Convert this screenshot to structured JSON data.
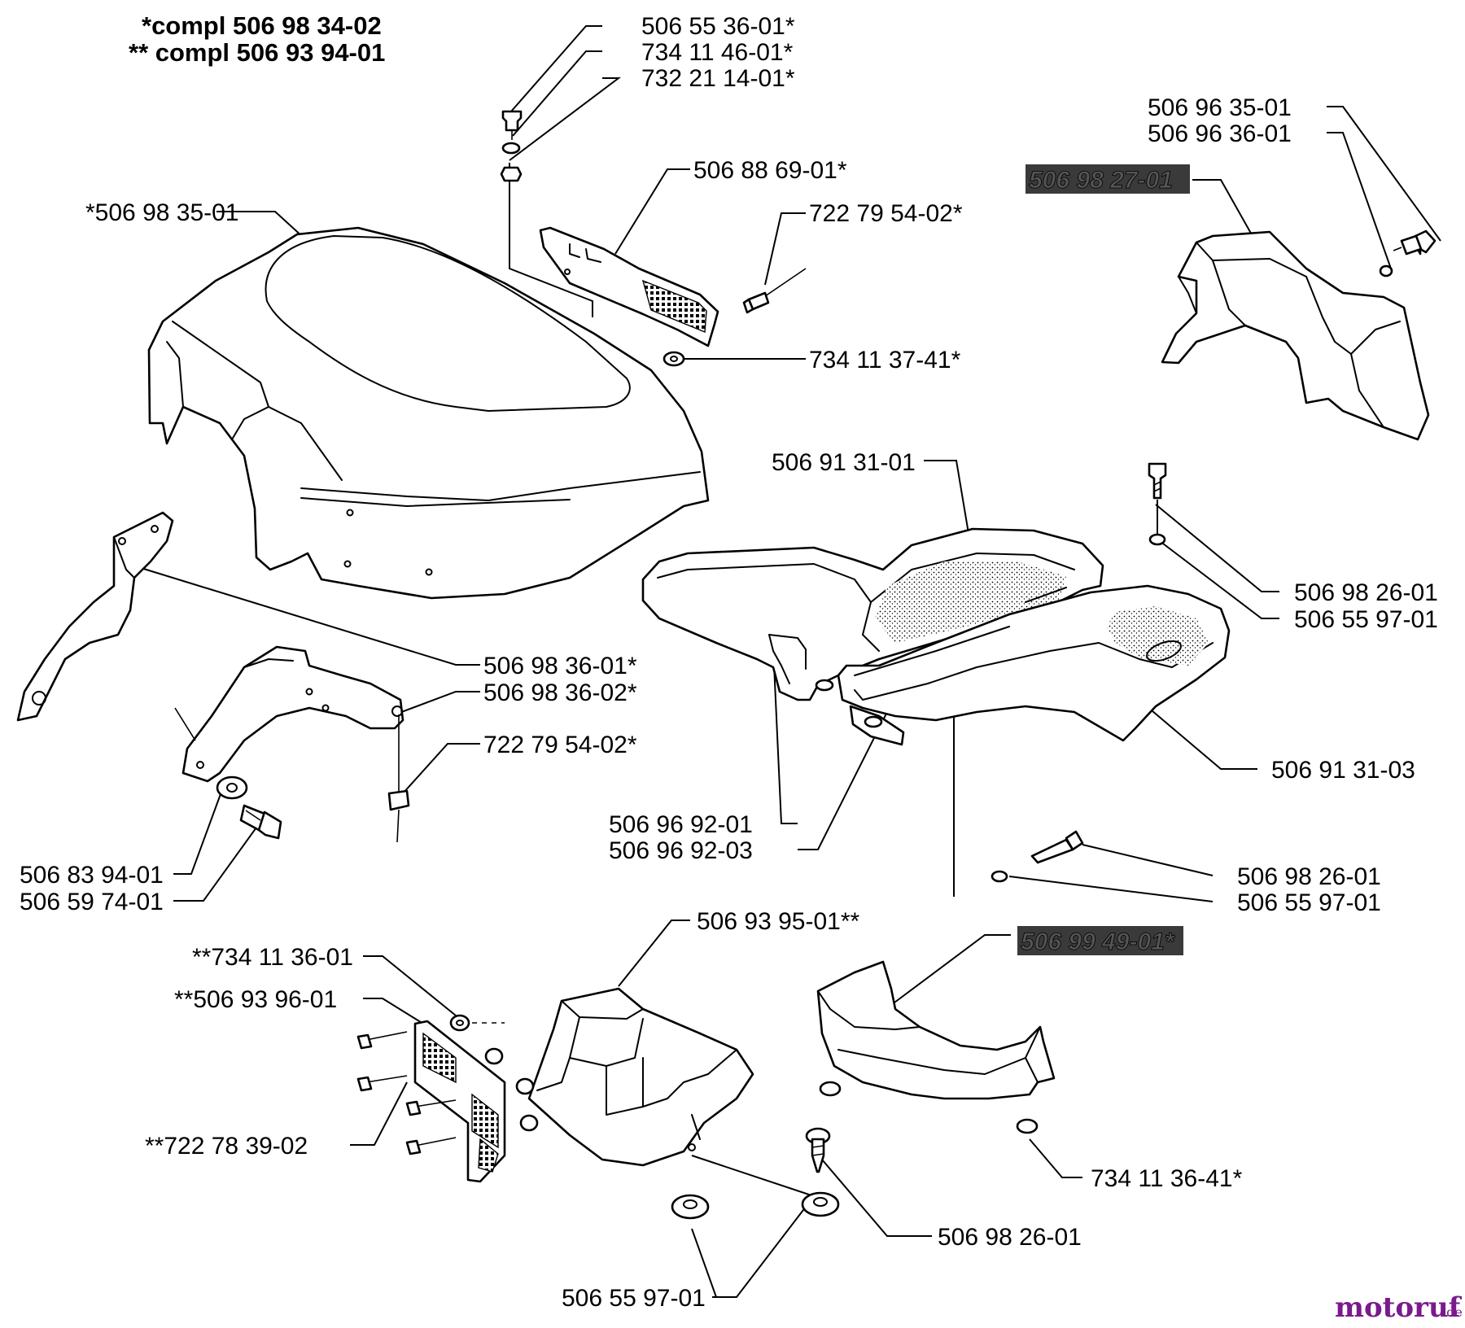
{
  "header": {
    "line1": "*compl 506 98 34-02",
    "line2": "** compl 506 93 94-01"
  },
  "labels": {
    "l1": "506 55 36-01*",
    "l2": "734 11 46-01*",
    "l3": "732 21 14-01*",
    "l4": "506 88 69-01*",
    "l5": "722 79 54-02*",
    "l6": "734 11 37-41*",
    "l7": "*506 98 35-01",
    "l8": "506 96 35-01",
    "l9": "506 96 36-01",
    "l10": "506 98 27-01",
    "l11": "506 91 31-01",
    "l12": "506 98 26-01",
    "l13": "506 55 97-01",
    "l14": "506 98 36-01*",
    "l15": "506 98 36-02*",
    "l16": "722 79 54-02*",
    "l17": "506 91 31-03",
    "l18": "506 96 92-01",
    "l19": "506 96 92-03",
    "l20": "506 98 26-01",
    "l21": "506 55 97-01",
    "l22": "506 83 94-01",
    "l23": "506 59 74-01",
    "l24": "506 93 95-01**",
    "l25": "506 99 49-01*",
    "l26": "**734 11 36-01",
    "l27": "**506 93 96-01",
    "l28": "**722 78 39-02",
    "l29": "734 11 36-41*",
    "l30": "506 98 26-01",
    "l31": "506 55 97-01"
  },
  "watermark": {
    "brand": "motoruf",
    "tld": ".de"
  }
}
